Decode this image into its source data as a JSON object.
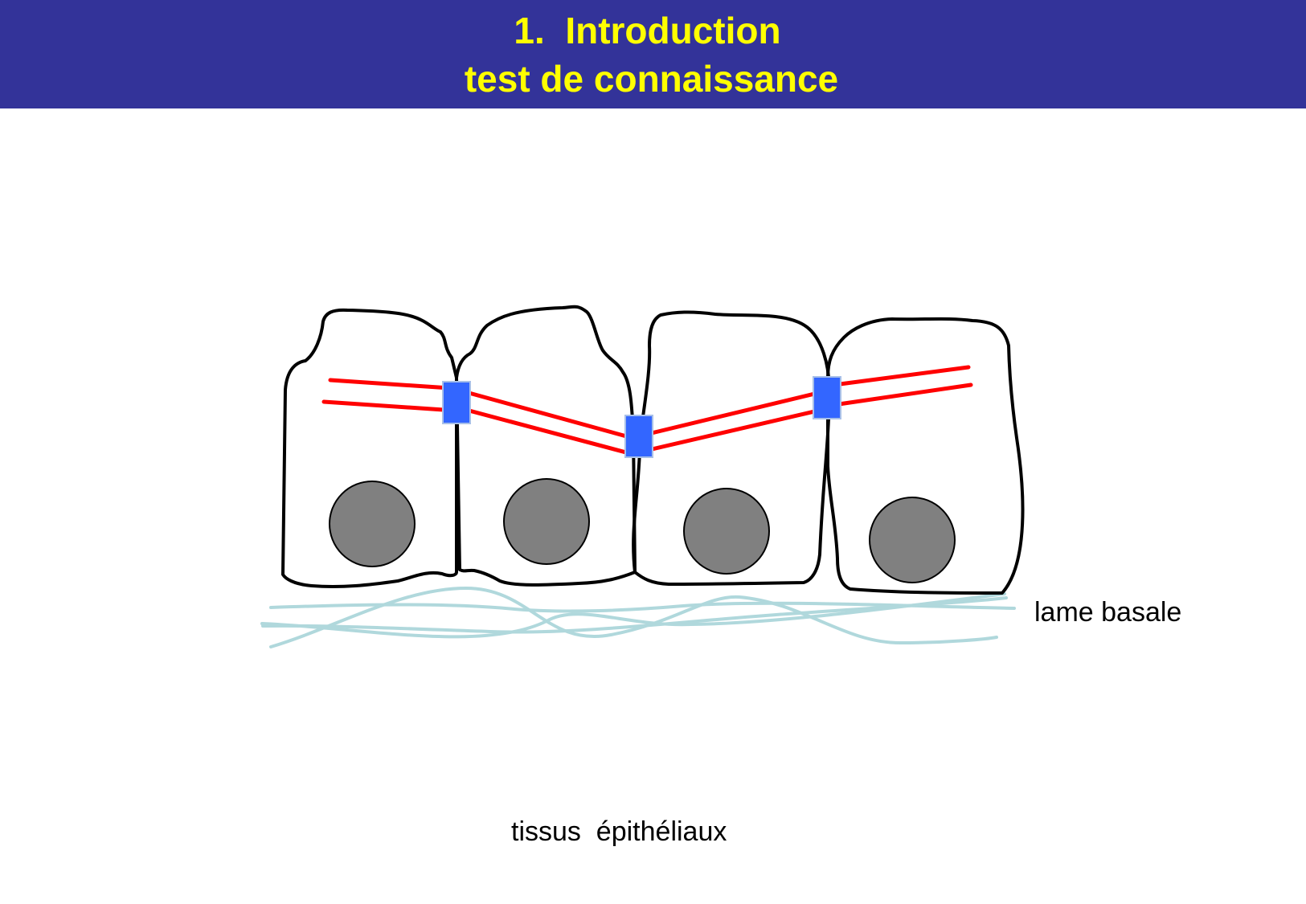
{
  "header": {
    "title_line1": "1.  Introduction",
    "title_line2": "test de connaissance",
    "background_color": "#333399",
    "text_color": "#ffff00"
  },
  "diagram": {
    "basement_membrane_label": "lame basale",
    "caption": "tissus  épithéliaux",
    "colors": {
      "cell_outline": "#000000",
      "nucleus": "#808080",
      "filament": "#ff0000",
      "junction": "#3366ff",
      "basement_membrane": "#b0d8dc"
    }
  }
}
